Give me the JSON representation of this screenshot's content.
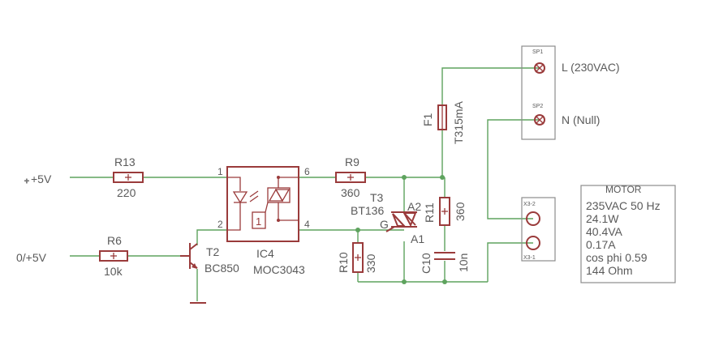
{
  "labels": {
    "vin1": "+5V",
    "vin2": "0/+5V",
    "r13": "R13",
    "r13_val": "220",
    "r6": "R6",
    "r6_val": "10k",
    "t2": "T2",
    "t2_val": "BC850",
    "ic4": "IC4",
    "ic4_val": "MOC3043",
    "r9": "R9",
    "r9_val": "360",
    "t3": "T3",
    "t3_val": "BT136",
    "a2": "A2",
    "a1": "A1",
    "g": "G",
    "r11": "R11",
    "r11_val": "360",
    "r10": "R10",
    "r10_val": "330",
    "c10": "C10",
    "c10_val": "10n",
    "f1": "F1",
    "f1_val": "T315mA",
    "sp1": "SP1",
    "sp2": "SP2",
    "l_label": "L (230VAC)",
    "n_label": "N (Null)",
    "x3_2": "X3-2",
    "x3_1": "X3-1",
    "pin1": "1",
    "pin2": "2",
    "pin4": "4",
    "pin6": "6",
    "zc": "1"
  },
  "motor": {
    "title": "MOTOR",
    "lines": [
      "235VAC 50 Hz",
      "24.1W",
      "40.4VA",
      "0.17A",
      "cos phi 0.59",
      "144 Ohm"
    ]
  }
}
